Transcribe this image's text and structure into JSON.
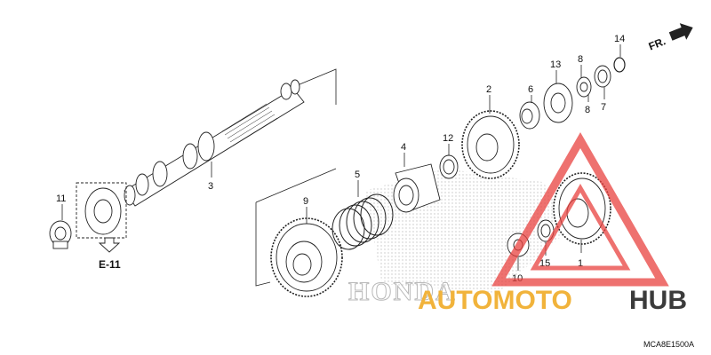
{
  "diagram": {
    "part_labels": [
      {
        "id": "1",
        "text": "1"
      },
      {
        "id": "2",
        "text": "2"
      },
      {
        "id": "3",
        "text": "3"
      },
      {
        "id": "4",
        "text": "4"
      },
      {
        "id": "5",
        "text": "5"
      },
      {
        "id": "6",
        "text": "6"
      },
      {
        "id": "7",
        "text": "7"
      },
      {
        "id": "8a",
        "text": "8"
      },
      {
        "id": "8b",
        "text": "8"
      },
      {
        "id": "9",
        "text": "9"
      },
      {
        "id": "10",
        "text": "10"
      },
      {
        "id": "11",
        "text": "11"
      },
      {
        "id": "12",
        "text": "12"
      },
      {
        "id": "13",
        "text": "13"
      },
      {
        "id": "14",
        "text": "14"
      },
      {
        "id": "15",
        "text": "15"
      }
    ],
    "ref_label": "E-11",
    "direction_label": "FR.",
    "diagram_code": "MCA8E1500A",
    "watermark_honda": "HONDA",
    "watermark_brand_accent": "AUTOMOTO",
    "watermark_brand_dark": "HUB",
    "colors": {
      "line": "#222222",
      "watermark_red": "#e8413f",
      "watermark_orange": "#f1b33b",
      "watermark_dark": "#3b3b3b",
      "honda_gray": "#b9b9b9"
    }
  }
}
